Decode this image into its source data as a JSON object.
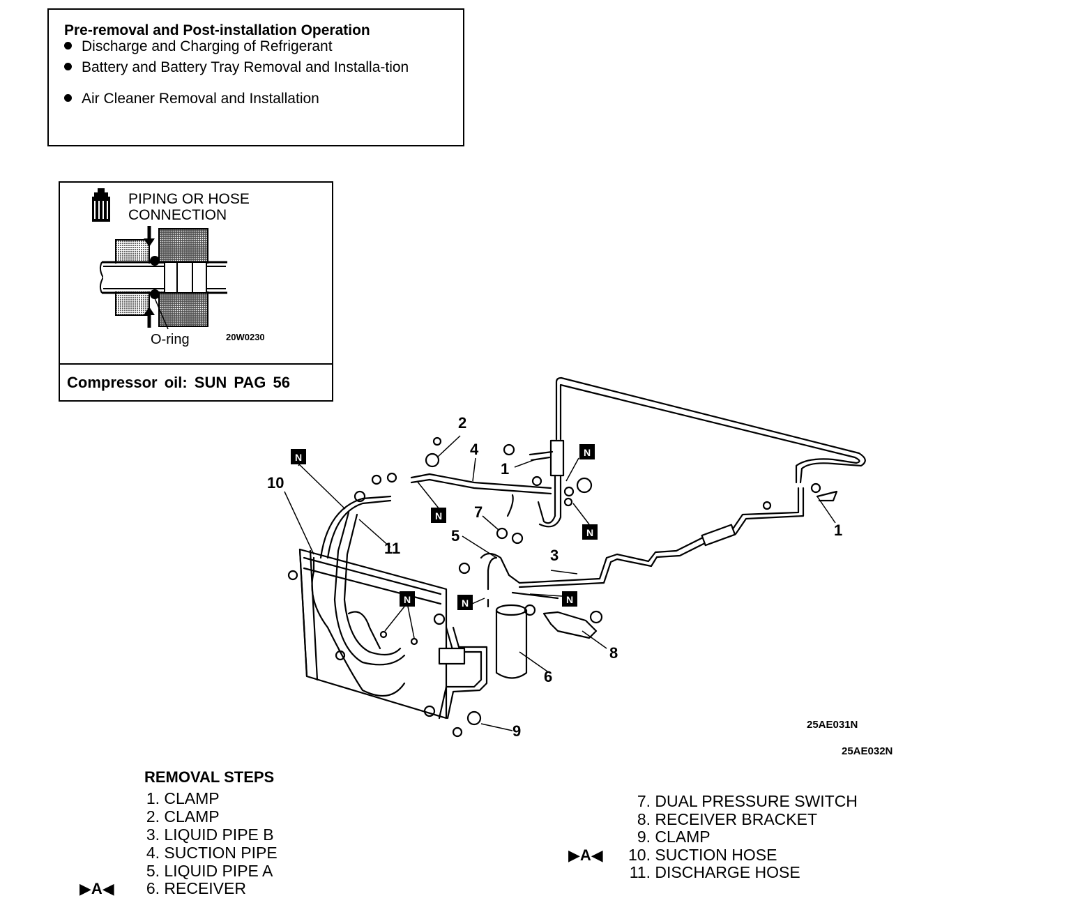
{
  "pre_operation": {
    "title": "Pre-removal and Post-installation Operation",
    "items": [
      "Discharge and Charging of Refrigerant",
      "Battery and Battery Tray Removal and Installa-tion",
      "Air Cleaner Removal and Installation"
    ]
  },
  "connection_box": {
    "title": "PIPING OR HOSE CONNECTION",
    "oring_label": "O-ring",
    "figure_code": "20W0230",
    "oil_note": "Compressor oil: SUN PAG 56"
  },
  "diagram": {
    "callouts": {
      "c1_top": "1",
      "c1_right": "1",
      "c2": "2",
      "c3": "3",
      "c4": "4",
      "c5": "5",
      "c6": "6",
      "c7": "7",
      "c8": "8",
      "c9": "9",
      "c10": "10",
      "c11": "11"
    },
    "n_marker": "N",
    "figure_codes": [
      "25AE031N",
      "25AE032N"
    ]
  },
  "removal_steps": {
    "title": "REMOVAL STEPS",
    "service_marker": "▶A◀",
    "left": [
      {
        "num": "1.",
        "label": "CLAMP"
      },
      {
        "num": "2.",
        "label": "CLAMP"
      },
      {
        "num": "3.",
        "label": "LIQUID PIPE B"
      },
      {
        "num": "4.",
        "label": "SUCTION PIPE"
      },
      {
        "num": "5.",
        "label": "LIQUID PIPE A"
      },
      {
        "num": "6.",
        "label": "RECEIVER"
      }
    ],
    "right": [
      {
        "num": "7.",
        "label": "DUAL PRESSURE SWITCH"
      },
      {
        "num": "8.",
        "label": "RECEIVER BRACKET"
      },
      {
        "num": "9.",
        "label": "CLAMP"
      },
      {
        "num": "10.",
        "label": "SUCTION HOSE"
      },
      {
        "num": "11.",
        "label": "DISCHARGE HOSE"
      }
    ]
  }
}
